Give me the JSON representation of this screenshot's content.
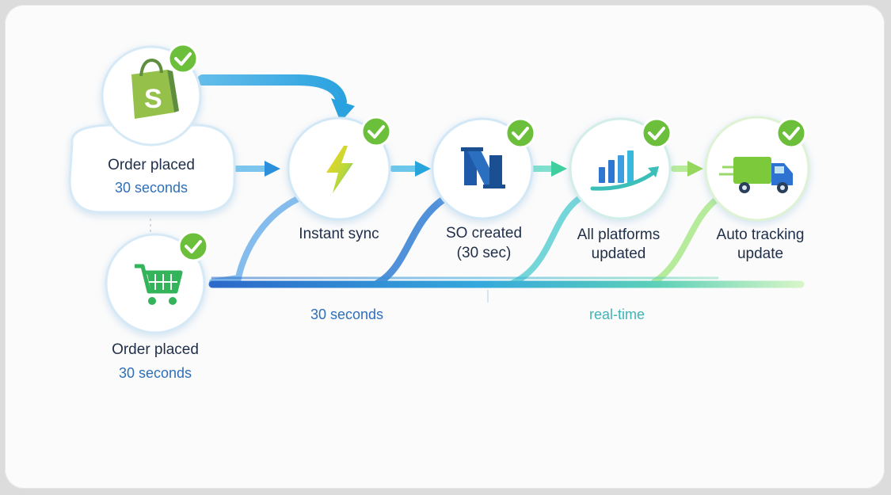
{
  "steps": {
    "shopify_order": {
      "title": "Order placed",
      "sub": "30 seconds",
      "icon": "shopify-bag-icon"
    },
    "cart_order": {
      "title": "Order placed",
      "sub": "30 seconds",
      "icon": "shopping-cart-icon"
    },
    "instant_sync": {
      "title": "Instant sync",
      "icon": "lightning-icon"
    },
    "so_created": {
      "line1": "SO created",
      "line2": "(30 sec)",
      "icon": "netsuite-logo-icon"
    },
    "all_platforms": {
      "line1": "All platforms",
      "line2": "updated",
      "icon": "bar-chart-icon"
    },
    "auto_tracking": {
      "line1": "Auto tracking",
      "line2": "update",
      "icon": "delivery-truck-icon"
    }
  },
  "timeline": {
    "left_label": "30 seconds",
    "right_label": "real-time"
  },
  "colors": {
    "check": "#6cbf3a",
    "blue": "#2b6fc8",
    "cyan": "#35b6de",
    "green": "#a6e37b",
    "ink": "#1f2f49",
    "shopify": "#8fbf3f",
    "cart": "#33b35a",
    "truck_green": "#7cc93c",
    "truck_blue": "#2e72d2"
  },
  "logo_letters": {
    "shopify": "S",
    "netsuite": "N"
  }
}
